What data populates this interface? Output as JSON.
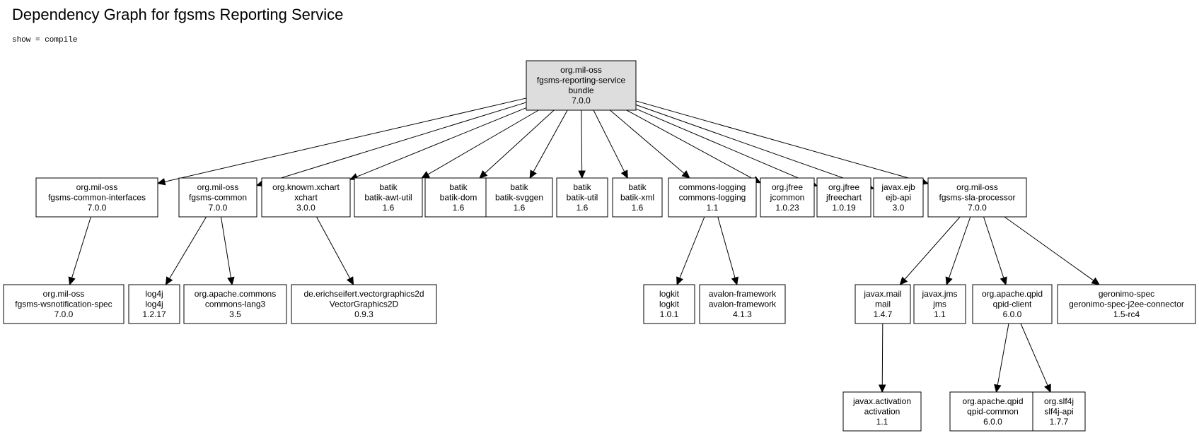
{
  "page": {
    "title": "Dependency Graph for fgsms Reporting Service",
    "subtitle": "show = compile"
  },
  "nodes": [
    {
      "id": "root",
      "lines": [
        "org.mil-oss",
        "fgsms-reporting-service",
        "bundle",
        "7.0.0"
      ],
      "highlight": true
    },
    {
      "id": "common-interfaces",
      "lines": [
        "org.mil-oss",
        "fgsms-common-interfaces",
        "7.0.0"
      ]
    },
    {
      "id": "common",
      "lines": [
        "org.mil-oss",
        "fgsms-common",
        "7.0.0"
      ]
    },
    {
      "id": "xchart",
      "lines": [
        "org.knowm.xchart",
        "xchart",
        "3.0.0"
      ]
    },
    {
      "id": "batik-awt-util",
      "lines": [
        "batik",
        "batik-awt-util",
        "1.6"
      ]
    },
    {
      "id": "batik-dom",
      "lines": [
        "batik",
        "batik-dom",
        "1.6"
      ]
    },
    {
      "id": "batik-svggen",
      "lines": [
        "batik",
        "batik-svggen",
        "1.6"
      ]
    },
    {
      "id": "batik-util",
      "lines": [
        "batik",
        "batik-util",
        "1.6"
      ]
    },
    {
      "id": "batik-xml",
      "lines": [
        "batik",
        "batik-xml",
        "1.6"
      ]
    },
    {
      "id": "commons-logging",
      "lines": [
        "commons-logging",
        "commons-logging",
        "1.1"
      ]
    },
    {
      "id": "jcommon",
      "lines": [
        "org.jfree",
        "jcommon",
        "1.0.23"
      ]
    },
    {
      "id": "jfreechart",
      "lines": [
        "org.jfree",
        "jfreechart",
        "1.0.19"
      ]
    },
    {
      "id": "ejb-api",
      "lines": [
        "javax.ejb",
        "ejb-api",
        "3.0"
      ]
    },
    {
      "id": "sla-processor",
      "lines": [
        "org.mil-oss",
        "fgsms-sla-processor",
        "7.0.0"
      ]
    },
    {
      "id": "wsnotification-spec",
      "lines": [
        "org.mil-oss",
        "fgsms-wsnotification-spec",
        "7.0.0"
      ]
    },
    {
      "id": "log4j",
      "lines": [
        "log4j",
        "log4j",
        "1.2.17"
      ]
    },
    {
      "id": "commons-lang3",
      "lines": [
        "org.apache.commons",
        "commons-lang3",
        "3.5"
      ]
    },
    {
      "id": "vectorgraphics2d",
      "lines": [
        "de.erichseifert.vectorgraphics2d",
        "VectorGraphics2D",
        "0.9.3"
      ]
    },
    {
      "id": "logkit",
      "lines": [
        "logkit",
        "logkit",
        "1.0.1"
      ]
    },
    {
      "id": "avalon-framework",
      "lines": [
        "avalon-framework",
        "avalon-framework",
        "4.1.3"
      ]
    },
    {
      "id": "mail",
      "lines": [
        "javax.mail",
        "mail",
        "1.4.7"
      ]
    },
    {
      "id": "jms",
      "lines": [
        "javax.jms",
        "jms",
        "1.1"
      ]
    },
    {
      "id": "qpid-client",
      "lines": [
        "org.apache.qpid",
        "qpid-client",
        "6.0.0"
      ]
    },
    {
      "id": "geronimo",
      "lines": [
        "geronimo-spec",
        "geronimo-spec-j2ee-connector",
        "1.5-rc4"
      ]
    },
    {
      "id": "activation",
      "lines": [
        "javax.activation",
        "activation",
        "1.1"
      ]
    },
    {
      "id": "qpid-common",
      "lines": [
        "org.apache.qpid",
        "qpid-common",
        "6.0.0"
      ]
    },
    {
      "id": "slf4j-api",
      "lines": [
        "org.slf4j",
        "slf4j-api",
        "1.7.7"
      ]
    }
  ],
  "edges": [
    [
      "root",
      "common-interfaces"
    ],
    [
      "root",
      "common"
    ],
    [
      "root",
      "xchart"
    ],
    [
      "root",
      "batik-awt-util"
    ],
    [
      "root",
      "batik-dom"
    ],
    [
      "root",
      "batik-svggen"
    ],
    [
      "root",
      "batik-util"
    ],
    [
      "root",
      "batik-xml"
    ],
    [
      "root",
      "commons-logging"
    ],
    [
      "root",
      "jcommon"
    ],
    [
      "root",
      "jfreechart"
    ],
    [
      "root",
      "ejb-api"
    ],
    [
      "root",
      "sla-processor"
    ],
    [
      "common-interfaces",
      "wsnotification-spec"
    ],
    [
      "common",
      "log4j"
    ],
    [
      "common",
      "commons-lang3"
    ],
    [
      "xchart",
      "vectorgraphics2d"
    ],
    [
      "commons-logging",
      "logkit"
    ],
    [
      "commons-logging",
      "avalon-framework"
    ],
    [
      "sla-processor",
      "mail"
    ],
    [
      "sla-processor",
      "jms"
    ],
    [
      "sla-processor",
      "qpid-client"
    ],
    [
      "sla-processor",
      "geronimo"
    ],
    [
      "mail",
      "activation"
    ],
    [
      "qpid-client",
      "qpid-common"
    ],
    [
      "qpid-client",
      "slf4j-api"
    ]
  ]
}
